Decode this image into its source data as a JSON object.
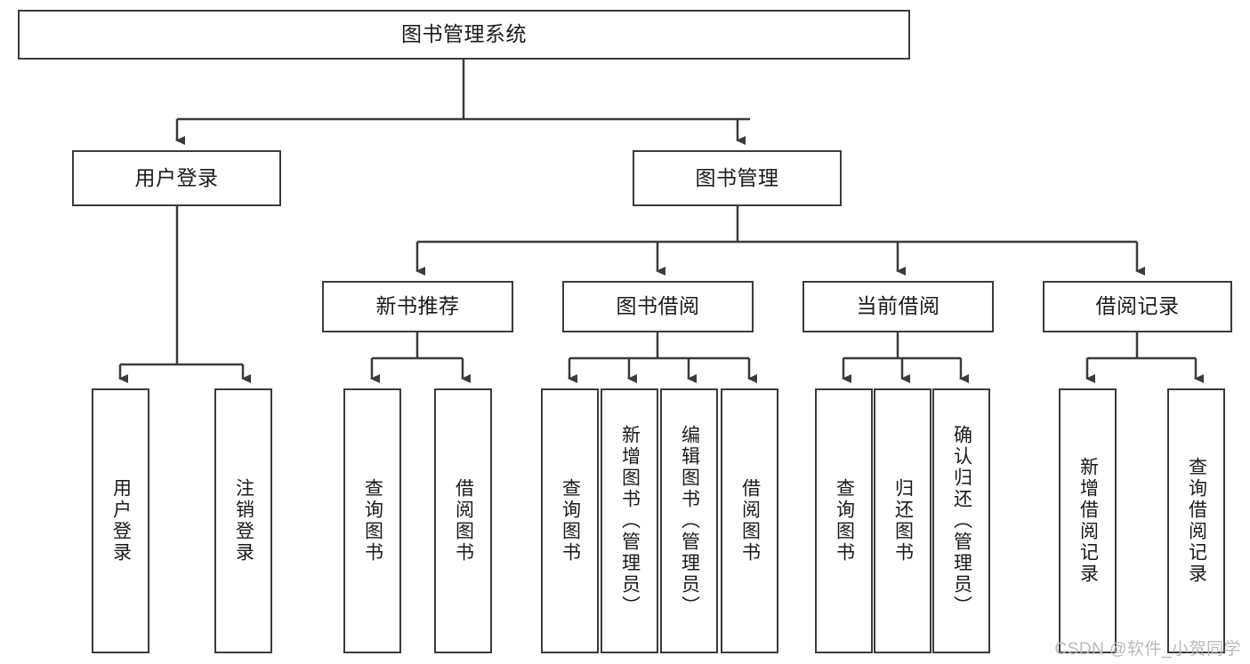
{
  "diagram": {
    "title": "图书管理系统",
    "type": "tree-hierarchy",
    "root": {
      "id": "root",
      "label": "图书管理系统"
    },
    "level2": [
      {
        "id": "user-login",
        "label": "用户登录"
      },
      {
        "id": "book-manage",
        "label": "图书管理"
      }
    ],
    "level3": [
      {
        "id": "new-book-rec",
        "label": "新书推荐",
        "parent": "book-manage"
      },
      {
        "id": "book-borrow",
        "label": "图书借阅",
        "parent": "book-manage"
      },
      {
        "id": "current-borrow",
        "label": "当前借阅",
        "parent": "book-manage"
      },
      {
        "id": "borrow-record",
        "label": "借阅记录",
        "parent": "book-manage"
      }
    ],
    "leaves": {
      "user_login": [
        {
          "id": "leaf-user-login",
          "label": "用户登录"
        },
        {
          "id": "leaf-logout",
          "label": "注销登录"
        }
      ],
      "new_book_rec": [
        {
          "id": "leaf-query-book-1",
          "label": "查询图书"
        },
        {
          "id": "leaf-borrow-book-1",
          "label": "借阅图书"
        }
      ],
      "book_borrow": [
        {
          "id": "leaf-query-book-2",
          "label": "查询图书"
        },
        {
          "id": "leaf-add-book",
          "label": "新增图书（管理员）"
        },
        {
          "id": "leaf-edit-book",
          "label": "编辑图书（管理员）"
        },
        {
          "id": "leaf-borrow-book-2",
          "label": "借阅图书"
        }
      ],
      "current_borrow": [
        {
          "id": "leaf-query-book-3",
          "label": "查询图书"
        },
        {
          "id": "leaf-return-book",
          "label": "归还图书"
        },
        {
          "id": "leaf-confirm-return",
          "label": "确认归还（管理员）"
        }
      ],
      "borrow_record": [
        {
          "id": "leaf-add-record",
          "label": "新增借阅记录"
        },
        {
          "id": "leaf-query-record",
          "label": "查询借阅记录"
        }
      ]
    },
    "colors": {
      "border": "#3b3b3b",
      "background": "#ffffff",
      "text": "#1a1a1a",
      "watermark": "#b9b9b9"
    }
  },
  "watermark": {
    "text": "CSDN @软件_小贺同学"
  }
}
